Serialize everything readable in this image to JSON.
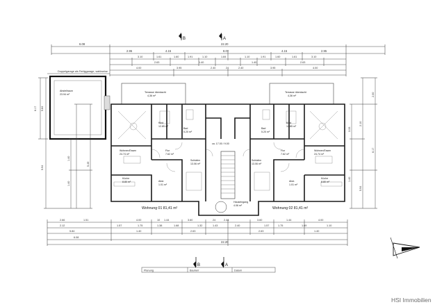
{
  "sections": {
    "b": "B",
    "a": "A"
  },
  "dims_top": {
    "total": "22.20",
    "row1_left": "6.08",
    "row2": [
      "2.95",
      "4.15",
      "8.00",
      "4.15",
      "2.95"
    ],
    "row3": [
      "3.10",
      "1.61",
      "1.60",
      "1.91",
      "1.10",
      "1.84",
      "1.10",
      "1.91",
      "1.60",
      "1.61",
      "3.10"
    ],
    "row4": [
      "2.63",
      "1.40",
      "1.40",
      "2.63"
    ],
    "row5": [
      "4.00",
      "3.95",
      "2.40",
      "24",
      "2.40",
      "3.95",
      "4.00"
    ]
  },
  "dims_bottom": {
    "row1": [
      "2.66",
      "1.51",
      "4.00",
      "10",
      "1.44",
      "3.60",
      "24",
      "2.44",
      "3.60",
      "1.44",
      "4.00"
    ],
    "row2": [
      "2.12",
      "1.57",
      "1.75",
      "1.38",
      "1.68",
      "1.32",
      "1.43",
      "2.40",
      "1.57",
      "1.75",
      "1.69",
      "1.10"
    ],
    "row3": [
      "5.84",
      "1.40",
      "2.63",
      "2.63",
      "1.40"
    ],
    "row4_left": "6.08",
    "total": "22.20"
  },
  "dims_side_left": [
    "6.17",
    "5.84",
    "5.94",
    "1.40",
    "1.40",
    "5.49"
  ],
  "dims_side_right": [
    "2.00",
    "6.17",
    "2.10",
    "5.94",
    "3.33",
    "1.40"
  ],
  "annex": {
    "note": "Doppelgarage als Fertiggarage, wahlweise",
    "room": "Abstellraum",
    "area": "23.94 m²"
  },
  "rooms": {
    "terrace_left": "Terrasse überdacht",
    "terrace_left_area": "4,36 m²",
    "terrace_right": "Terrasse überdacht",
    "terrace_right_area": "4,36 m²",
    "kind_left": "Kind",
    "kind_left_area": "12.85 m²",
    "bad_left": "Bad",
    "bad_left_area": "5.20 m²",
    "wohnen_left": "Wohnen/Essen",
    "wohnen_left_area": "24.74 m²",
    "flur_left": "Flur",
    "flur_left_area": "7.62 m²",
    "schlafen_left": "Schlafen",
    "schlafen_left_area": "13.06 m²",
    "kueche_left": "Küche",
    "kueche_left_area": "8.80 m²",
    "abst_left": "Abst.",
    "abst_left_area": "1.01 m²",
    "treppe": "ca. 17.00 / 9.00",
    "kind_right": "Kind",
    "kind_right_area": "12.85 m²",
    "bad_right": "Bad",
    "bad_right_area": "5.20 m²",
    "wohnen_right": "Wohnen/Essen",
    "wohnen_right_area": "24.74 m²",
    "flur_right": "Flur",
    "flur_right_area": "7.62 m²",
    "schlafen_right": "Schlafen",
    "schlafen_right_area": "13.06 m²",
    "kueche_right": "Küche",
    "kueche_right_area": "8.80 m²",
    "abst_right": "Abst.",
    "abst_right_area": "1.01 m²",
    "hauseingang": "Hauseingang",
    "hauseingang_area": "4.06 m²"
  },
  "captions": {
    "unit1": "Wohnung 01 81,41 m²",
    "unit2": "Wohnung 02 81,41 m²"
  },
  "legend": [
    "Planung",
    "Bauherr",
    "Datum"
  ],
  "watermark": "HSI Immobilien"
}
